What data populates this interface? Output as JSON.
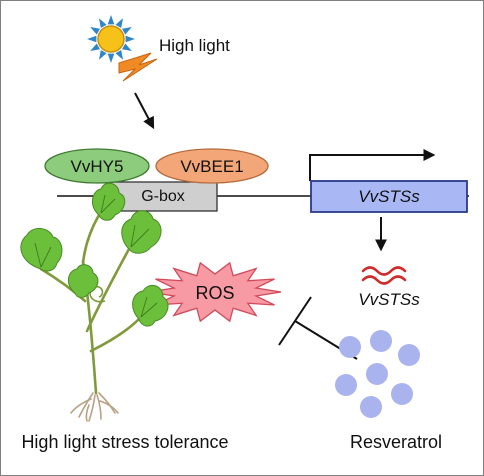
{
  "labels": {
    "high_light": "High light",
    "tf1": "VvHY5",
    "tf2": "VvBEE1",
    "promoter": "G-box",
    "gene": "VvSTSs",
    "transcript": "VvSTSs",
    "ros": "ROS",
    "outcome": "High light stress tolerance",
    "product": "Resveratrol"
  },
  "colors": {
    "tf1_fill": "#8ccc7c",
    "tf2_fill": "#f3a779",
    "gbox_fill": "#cfcfcf",
    "gene_fill": "#a9b8f5",
    "gene_stroke": "#2a3a8a",
    "transcript": "#d02a2a",
    "ros_fill": "#f79aa4",
    "resveratrol_dot": "#a9b3ee",
    "sun_rays": "#2e86c9",
    "sun_core": "#f6c21a",
    "lightning": "#f08a24",
    "leaf": "#6cbf3a"
  },
  "icons": {
    "sun": "sun-icon",
    "bolt": "lightning-icon",
    "plant": "grapevine-plant-icon",
    "ros": "ros-burst-icon",
    "mrna": "mrna-wave-icon"
  }
}
